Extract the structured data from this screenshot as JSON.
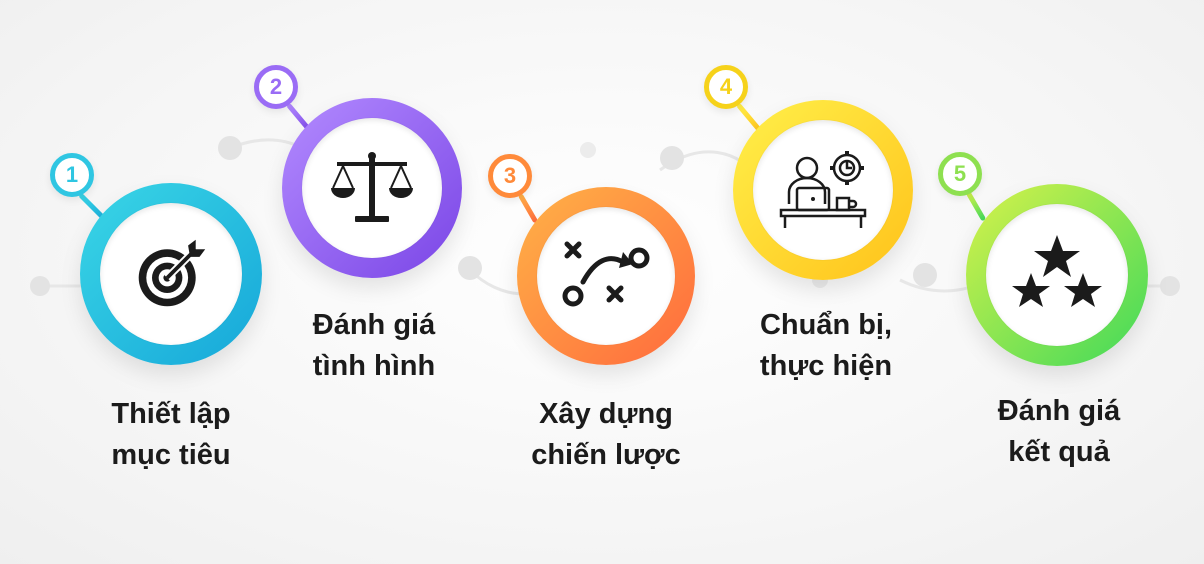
{
  "steps": [
    {
      "number": "1",
      "label_line1": "Thiết lập",
      "label_line2": "mục tiêu",
      "icon": "target-icon",
      "color_start": "#3ad6e6",
      "color_end": "#16a7d9"
    },
    {
      "number": "2",
      "label_line1": "Đánh giá",
      "label_line2": "tình hình",
      "icon": "scales-icon",
      "color_start": "#b38bff",
      "color_end": "#7a45e6"
    },
    {
      "number": "3",
      "label_line1": "Xây dựng",
      "label_line2": "chiến lược",
      "icon": "strategy-play-icon",
      "color_start": "#ffb347",
      "color_end": "#ff6a3d"
    },
    {
      "number": "4",
      "label_line1": "Chuẩn bị,",
      "label_line2": "thực hiện",
      "icon": "person-at-laptop-icon",
      "color_start": "#fff04a",
      "color_end": "#ffc21a"
    },
    {
      "number": "5",
      "label_line1": "Đánh giá",
      "label_line2": "kết quả",
      "icon": "three-stars-icon",
      "color_start": "#d8f24a",
      "color_end": "#3fd95a"
    }
  ]
}
